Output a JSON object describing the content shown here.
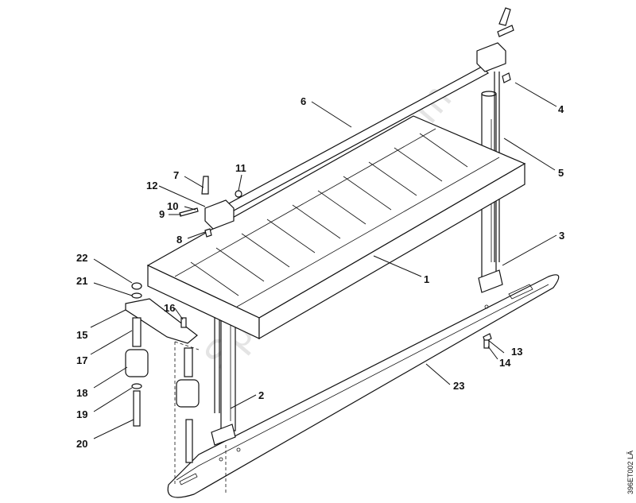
{
  "watermark": "SparesGarden.com",
  "drawing_code": "396ET002 LÄ",
  "callouts": [
    "1",
    "2",
    "3",
    "4",
    "5",
    "6",
    "7",
    "8",
    "9",
    "10",
    "11",
    "12",
    "13",
    "14",
    "15",
    "16",
    "17",
    "18",
    "19",
    "20",
    "21",
    "22",
    "23"
  ]
}
